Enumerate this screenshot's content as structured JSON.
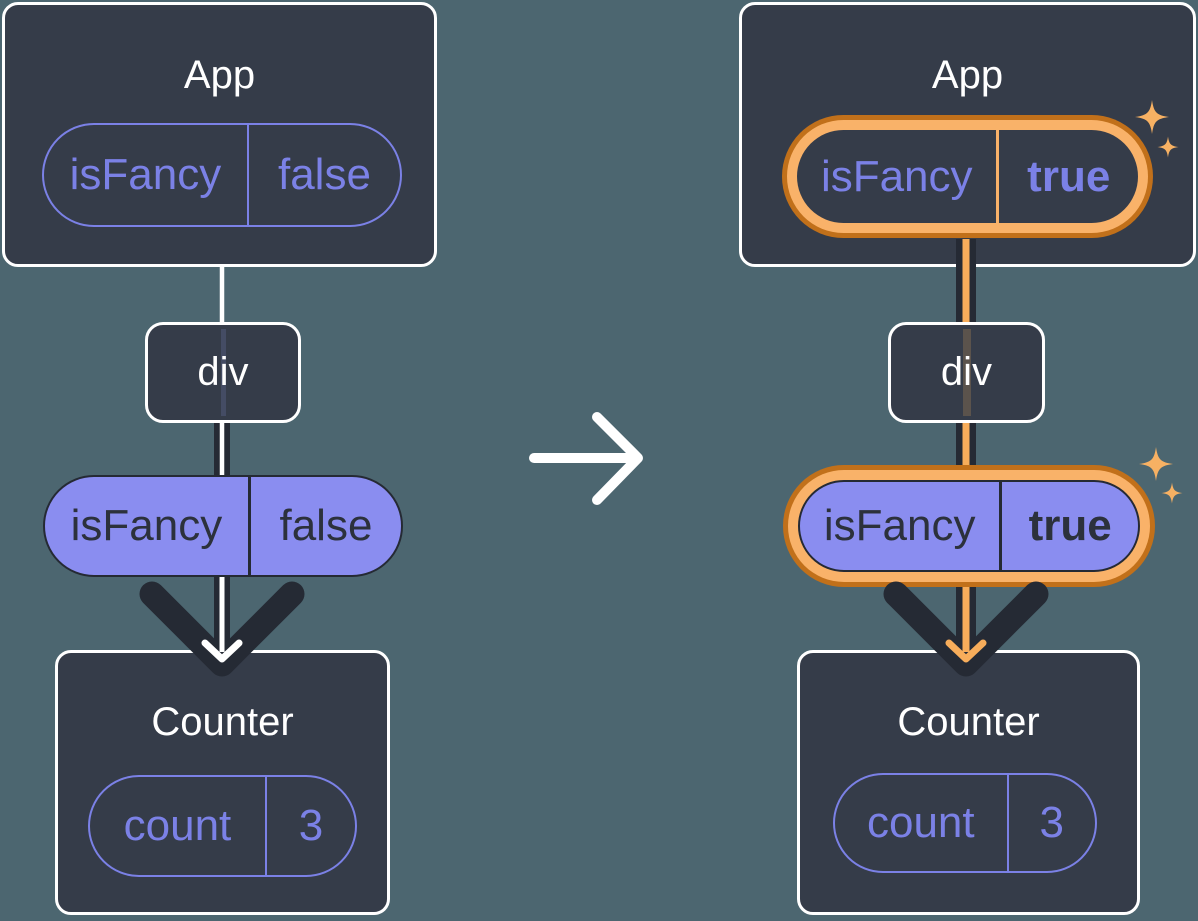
{
  "left": {
    "app": {
      "label": "App",
      "prop_key": "isFancy",
      "prop_value": "false"
    },
    "div_label": "div",
    "prop": {
      "key": "isFancy",
      "value": "false"
    },
    "counter": {
      "label": "Counter",
      "state_key": "count",
      "state_value": "3"
    }
  },
  "right": {
    "app": {
      "label": "App",
      "prop_key": "isFancy",
      "prop_value": "true"
    },
    "div_label": "div",
    "prop": {
      "key": "isFancy",
      "value": "true"
    },
    "counter": {
      "label": "Counter",
      "state_key": "count",
      "state_value": "3"
    }
  },
  "colors": {
    "background": "#4C6670",
    "box_fill": "#353C49",
    "box_border": "#FFFFFF",
    "purple_text": "#7B81E6",
    "purple_fill": "#8A8DF0",
    "dark_line": "#252A34",
    "dark_text": "#2C313C",
    "highlight_light": "#F9B269",
    "highlight_dark": "#C1701A",
    "sparkle": "#F7B163",
    "arrow_white": "#FFFFFF"
  }
}
